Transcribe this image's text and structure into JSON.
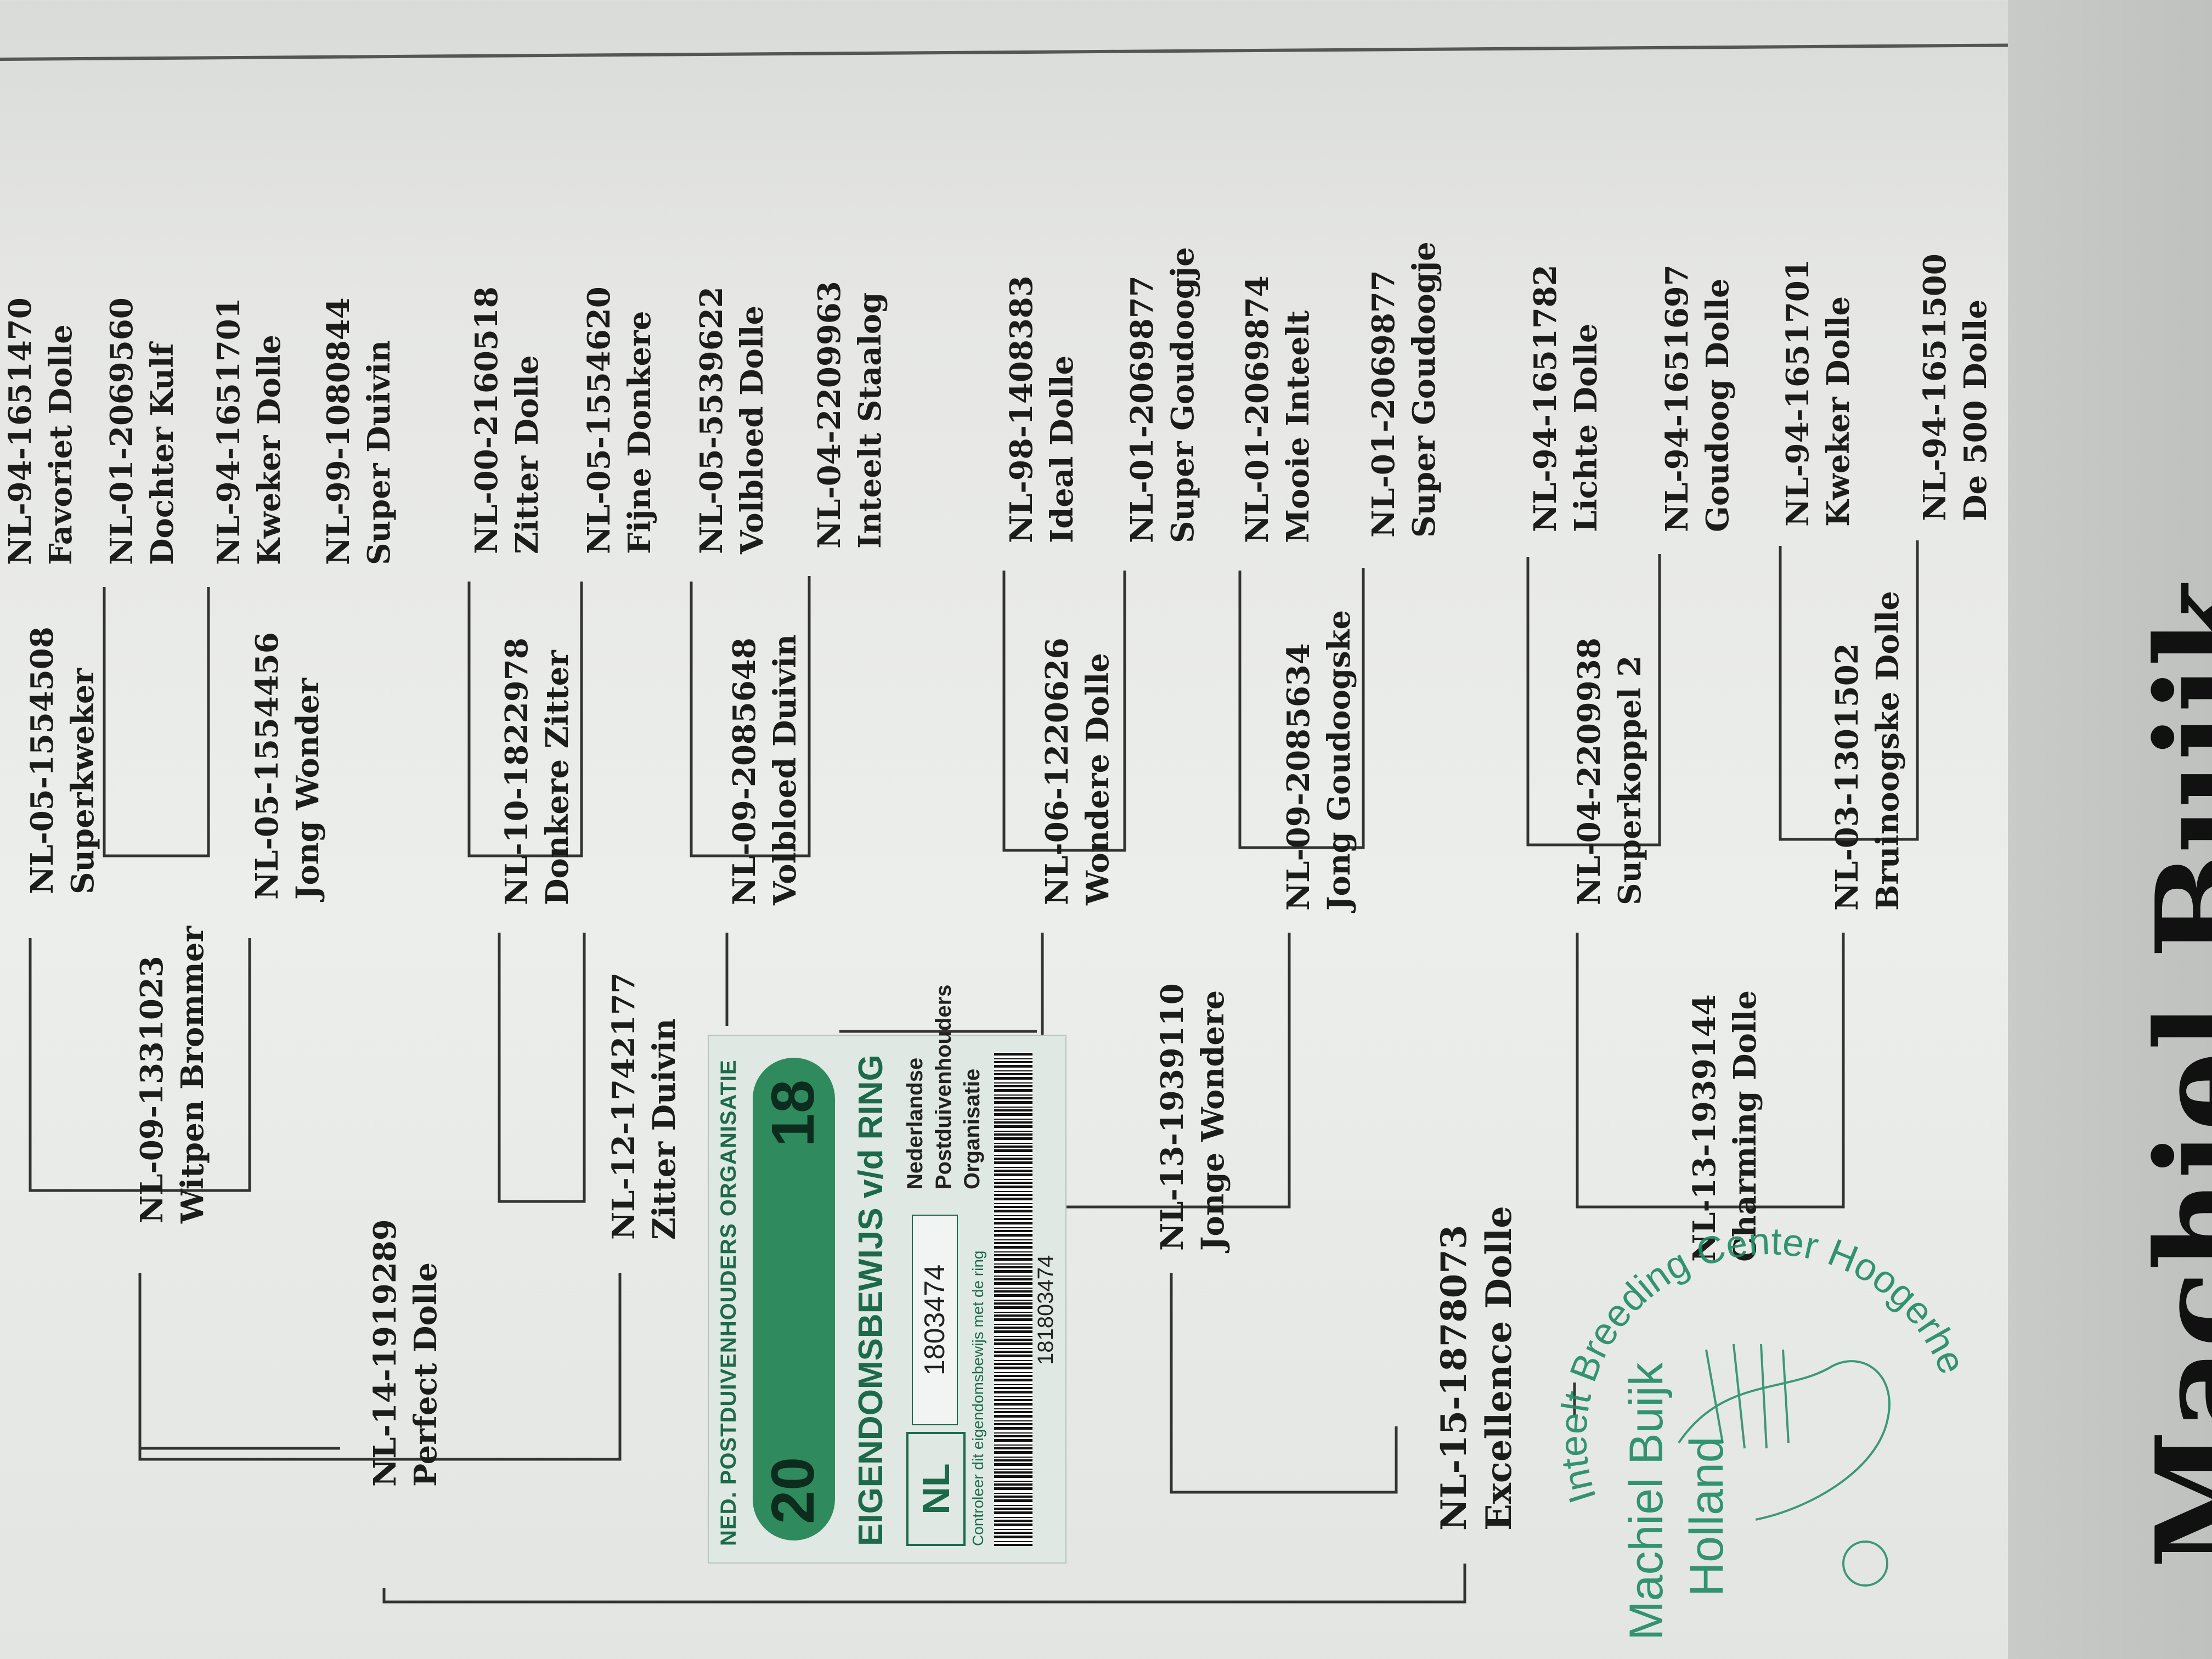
{
  "pedigree": {
    "subject": {
      "ring": "NL-15-1878073",
      "name": "Excellence Dolle"
    },
    "sire": {
      "ring": "NL-14-1919289",
      "name": "Perfect Dolle"
    },
    "dam": {
      "ring": "NL-13-1939110",
      "name": "Jonge Wondere"
    },
    "sire_sire": {
      "ring": "NL-09-1331023",
      "name": "Witpen Brommer"
    },
    "sire_dam": {
      "ring": "NL-12-1742177",
      "name": "Zitter Duivin"
    },
    "dam_sire": {
      "ring": "NL-06-1220626",
      "name": "Wondere Dolle"
    },
    "dam_dam": {
      "ring": "NL-09-2085634",
      "name": "Jong Goudoogske"
    },
    "other": {
      "ring": "NL-13-1939144",
      "name": "Charming Dolle"
    },
    "other_sire": {
      "ring": "NL-04-2209938",
      "name": "Superkoppel 2"
    },
    "other_dam": {
      "ring": "NL-03-1301502",
      "name": "Bruinoogske Dolle"
    },
    "gen3": [
      {
        "ring": "NL-05-1554508",
        "name": "Superkweker"
      },
      {
        "ring": "NL-05-1554456",
        "name": "Jong Wonder"
      },
      {
        "ring": "NL-10-1822978",
        "name": "Donkere Zitter"
      },
      {
        "ring": "NL-09-2085648",
        "name": "Volbloed Duivin"
      }
    ],
    "gen4": [
      {
        "ring": "NL-94-1651470",
        "name": "Favoriet Dolle"
      },
      {
        "ring": "NL-01-2069560",
        "name": "Dochter Kulf"
      },
      {
        "ring": "NL-94-1651701",
        "name": "Kweker Dolle"
      },
      {
        "ring": "NL-99-1080844",
        "name": "Super Duivin"
      },
      {
        "ring": "NL-00-2160518",
        "name": "Zitter Dolle"
      },
      {
        "ring": "NL-05-1554620",
        "name": "Fijne Donkere"
      },
      {
        "ring": "NL-05-5539622",
        "name": "Volbloed Dolle"
      },
      {
        "ring": "NL-04-2209963",
        "name": "Inteelt Staalog"
      },
      {
        "ring": "NL-98-1408383",
        "name": "Ideal Dolle"
      },
      {
        "ring": "NL-01-2069877",
        "name": "Super Goudoogje"
      },
      {
        "ring": "NL-01-2069874",
        "name": "Mooie Inteelt"
      },
      {
        "ring": "NL-01-2069877",
        "name": "Super Goudoogje"
      },
      {
        "ring": "NL-94-1651782",
        "name": "Lichte Dolle"
      },
      {
        "ring": "NL-94-1651697",
        "name": "Goudoog Dolle"
      },
      {
        "ring": "NL-94-1651701",
        "name": "Kweker Dolle"
      },
      {
        "ring": "NL-94-1651500",
        "name": "De 500 Dolle"
      }
    ]
  },
  "breeder_signature": "Machiel Buijk",
  "ownership_card": {
    "organisation": "NED. POSTDUIVENHOUDERS ORGANISATIE",
    "year_left": "20",
    "year_right": "18",
    "title": "EIGENDOMSBEWIJS v/d RING",
    "country": "NL",
    "number": "1803474",
    "npo_lines": [
      "Nederlandse",
      "Postduivenhouders",
      "Organisatie"
    ],
    "barcode_number": "181803474",
    "footer": "Controleer dit eigendomsbewijs met de ring"
  },
  "stamp": {
    "ring_text": "Inteelt Breeding Center Hoogerheide - Holland",
    "name": "Machiel Buijk",
    "country": "Holland"
  }
}
